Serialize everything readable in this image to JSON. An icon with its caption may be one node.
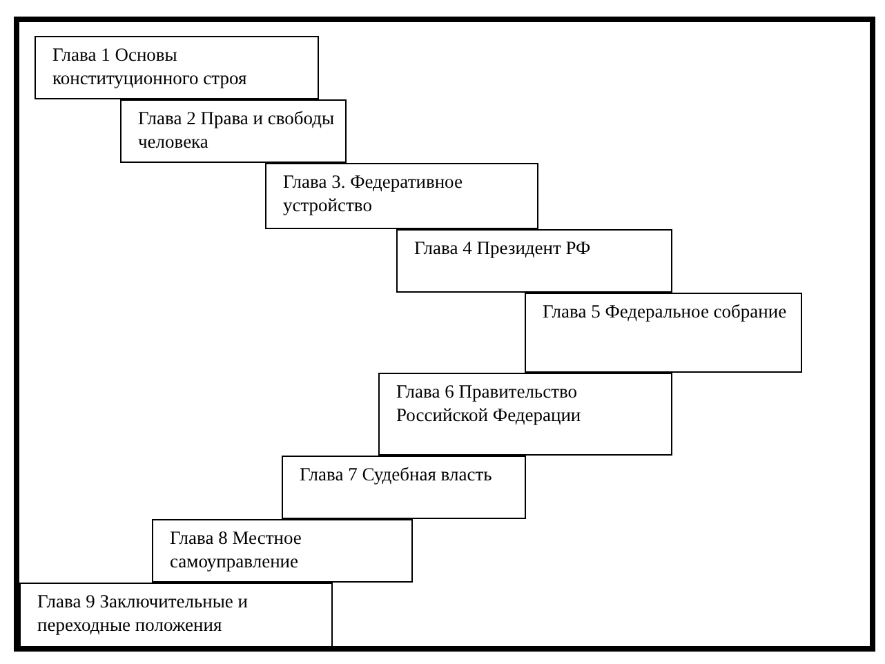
{
  "diagram": {
    "nodes": [
      {
        "text": [
          "Глава 1 Основы конституционного строя"
        ]
      },
      {
        "text": [
          "Глава 2 Права и свободы человека"
        ]
      },
      {
        "text": [
          "Глава 3. Федеративное устройство"
        ]
      },
      {
        "text": [
          "Глава 4 Президент РФ"
        ]
      },
      {
        "text": [
          "Глава 5 Федеральное собрание"
        ]
      },
      {
        "text": [
          "Глава 6 Правительство Российской Федерации"
        ]
      },
      {
        "text": [
          "Глава 7 Судебная власть"
        ]
      },
      {
        "text": [
          "Глава 8 Местное самоуправление"
        ]
      },
      {
        "text": [
          "Глава 9 Заключительные и переходные положения"
        ]
      }
    ]
  }
}
